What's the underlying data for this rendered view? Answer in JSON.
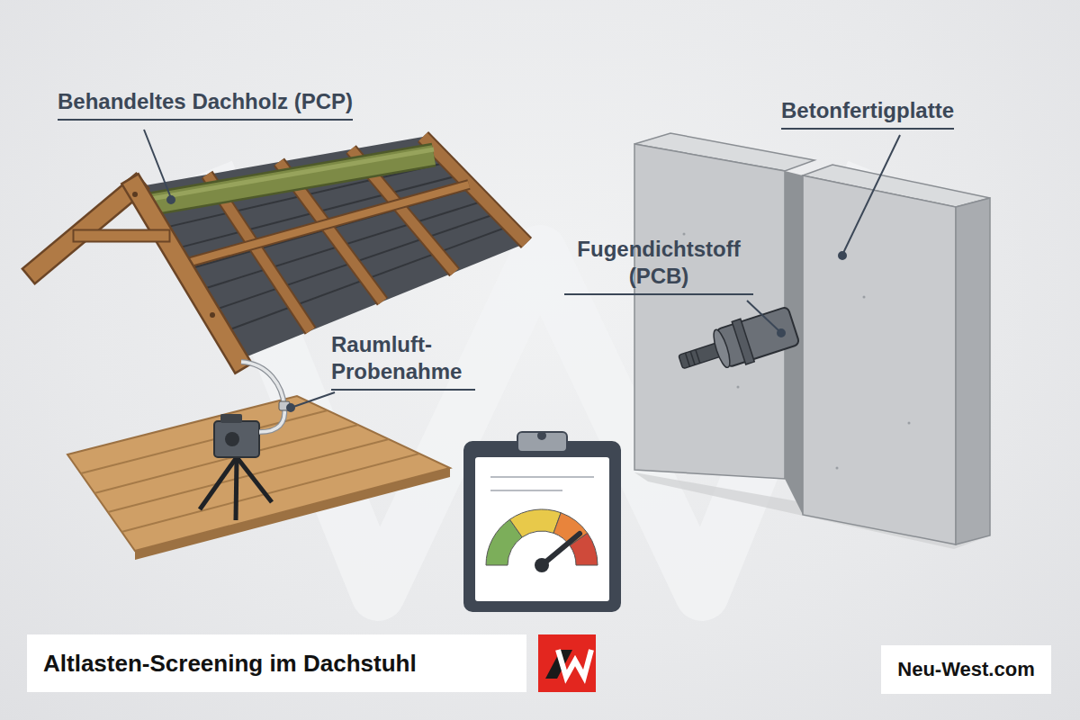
{
  "diagram": {
    "title": "Altlasten-Screening im Dachstuhl",
    "nodes": [
      {
        "text": [
          "Neu-West.com"
        ]
      }
    ],
    "labels": [
      "Behandeltes Dachholz (PCP)",
      "Betonfertigplatte",
      "Fugendichtstoff (PCB)",
      "Raumluft- Probenahme"
    ]
  }
}
